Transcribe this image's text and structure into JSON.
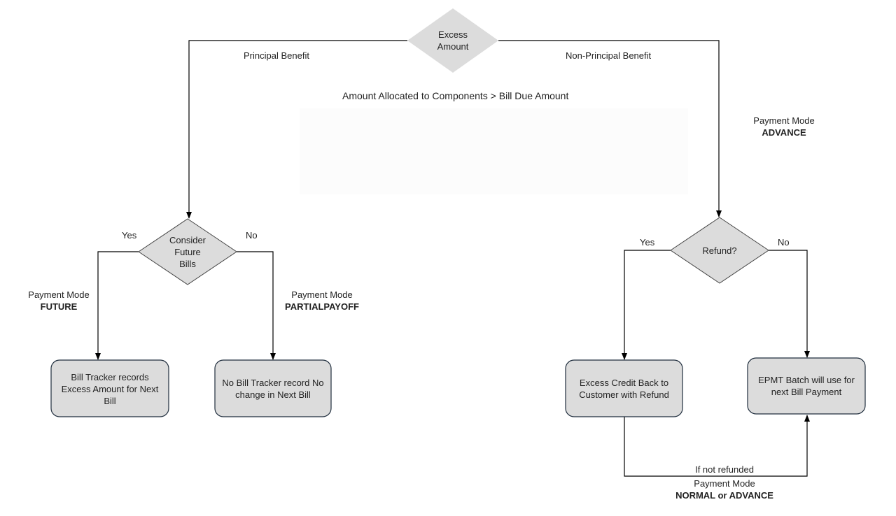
{
  "colors": {
    "node_fill": "#dcdcdc",
    "node_border": "#1f2d3d",
    "line": "#000000"
  },
  "decisions": {
    "excess_amount": "Excess Amount",
    "consider_future_bills": "Consider Future Bills",
    "refund": "Refund?"
  },
  "edges": {
    "principal_benefit": "Principal Benefit",
    "non_principal_benefit": "Non-Principal Benefit",
    "condition": "Amount Allocated to Components > Bill Due Amount",
    "advance_label": "Payment Mode",
    "advance_mode": "ADVANCE",
    "future_yes": "Yes",
    "future_no": "No",
    "future_label": "Payment Mode",
    "future_mode": "FUTURE",
    "partial_label": "Payment Mode",
    "partial_mode": "PARTIALPAYOFF",
    "refund_yes": "Yes",
    "refund_no": "No",
    "not_refunded": "If not refunded",
    "normal_label": "Payment Mode",
    "normal_mode": "NORMAL or ADVANCE"
  },
  "processes": {
    "bill_tracker_records": "Bill Tracker records Excess Amount for Next Bill",
    "no_bill_tracker": "No Bill Tracker record No change in Next Bill",
    "excess_credit": "Excess Credit Back to Customer with Refund",
    "epmt_batch": "EPMT Batch will use for next Bill Payment"
  }
}
